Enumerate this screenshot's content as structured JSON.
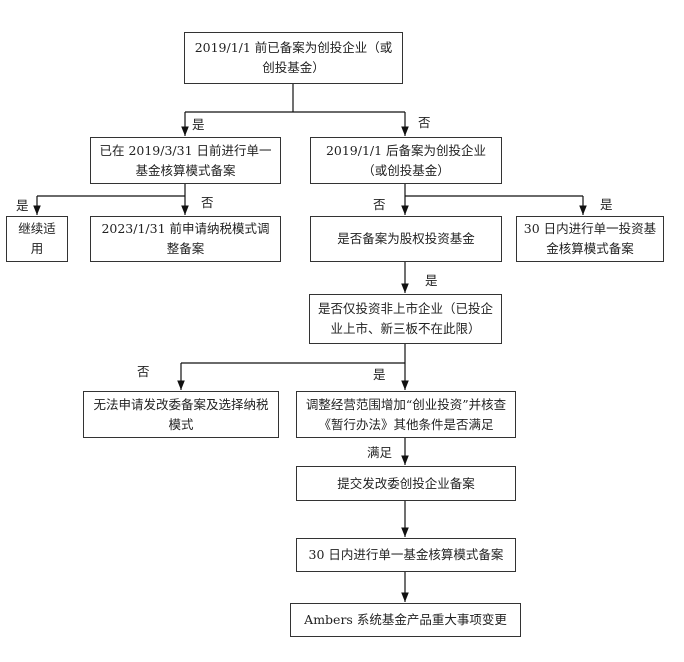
{
  "nodes": {
    "n1": "2019/1/1 前已备案为创投企业（或创投基金）",
    "n2": "已在 2019/3/31 日前进行单一基金核算模式备案",
    "n3": "2019/1/1 后备案为创投企业（或创投基金）",
    "n4": "继续适用",
    "n5": "2023/1/31 前申请纳税模式调整备案",
    "n6": "是否备案为股权投资基金",
    "n7": "30 日内进行单一投资基金核算模式备案",
    "n8": "是否仅投资非上市企业（已投企业上市、新三板不在此限）",
    "n9": "无法申请发改委备案及选择纳税模式",
    "n10": "调整经营范围增加“创业投资”并核查《暂行办法》其他条件是否满足",
    "n11": "提交发改委创投企业备案",
    "n12": "30 日内进行单一基金核算模式备案",
    "n13": "Ambers 系统基金产品重大事项变更"
  },
  "labels": {
    "l1": "是",
    "l2": "否",
    "l3": "是",
    "l4": "否",
    "l5": "否",
    "l6": "是",
    "l7": "是",
    "l8": "否",
    "l9": "是",
    "l10": "满足"
  }
}
